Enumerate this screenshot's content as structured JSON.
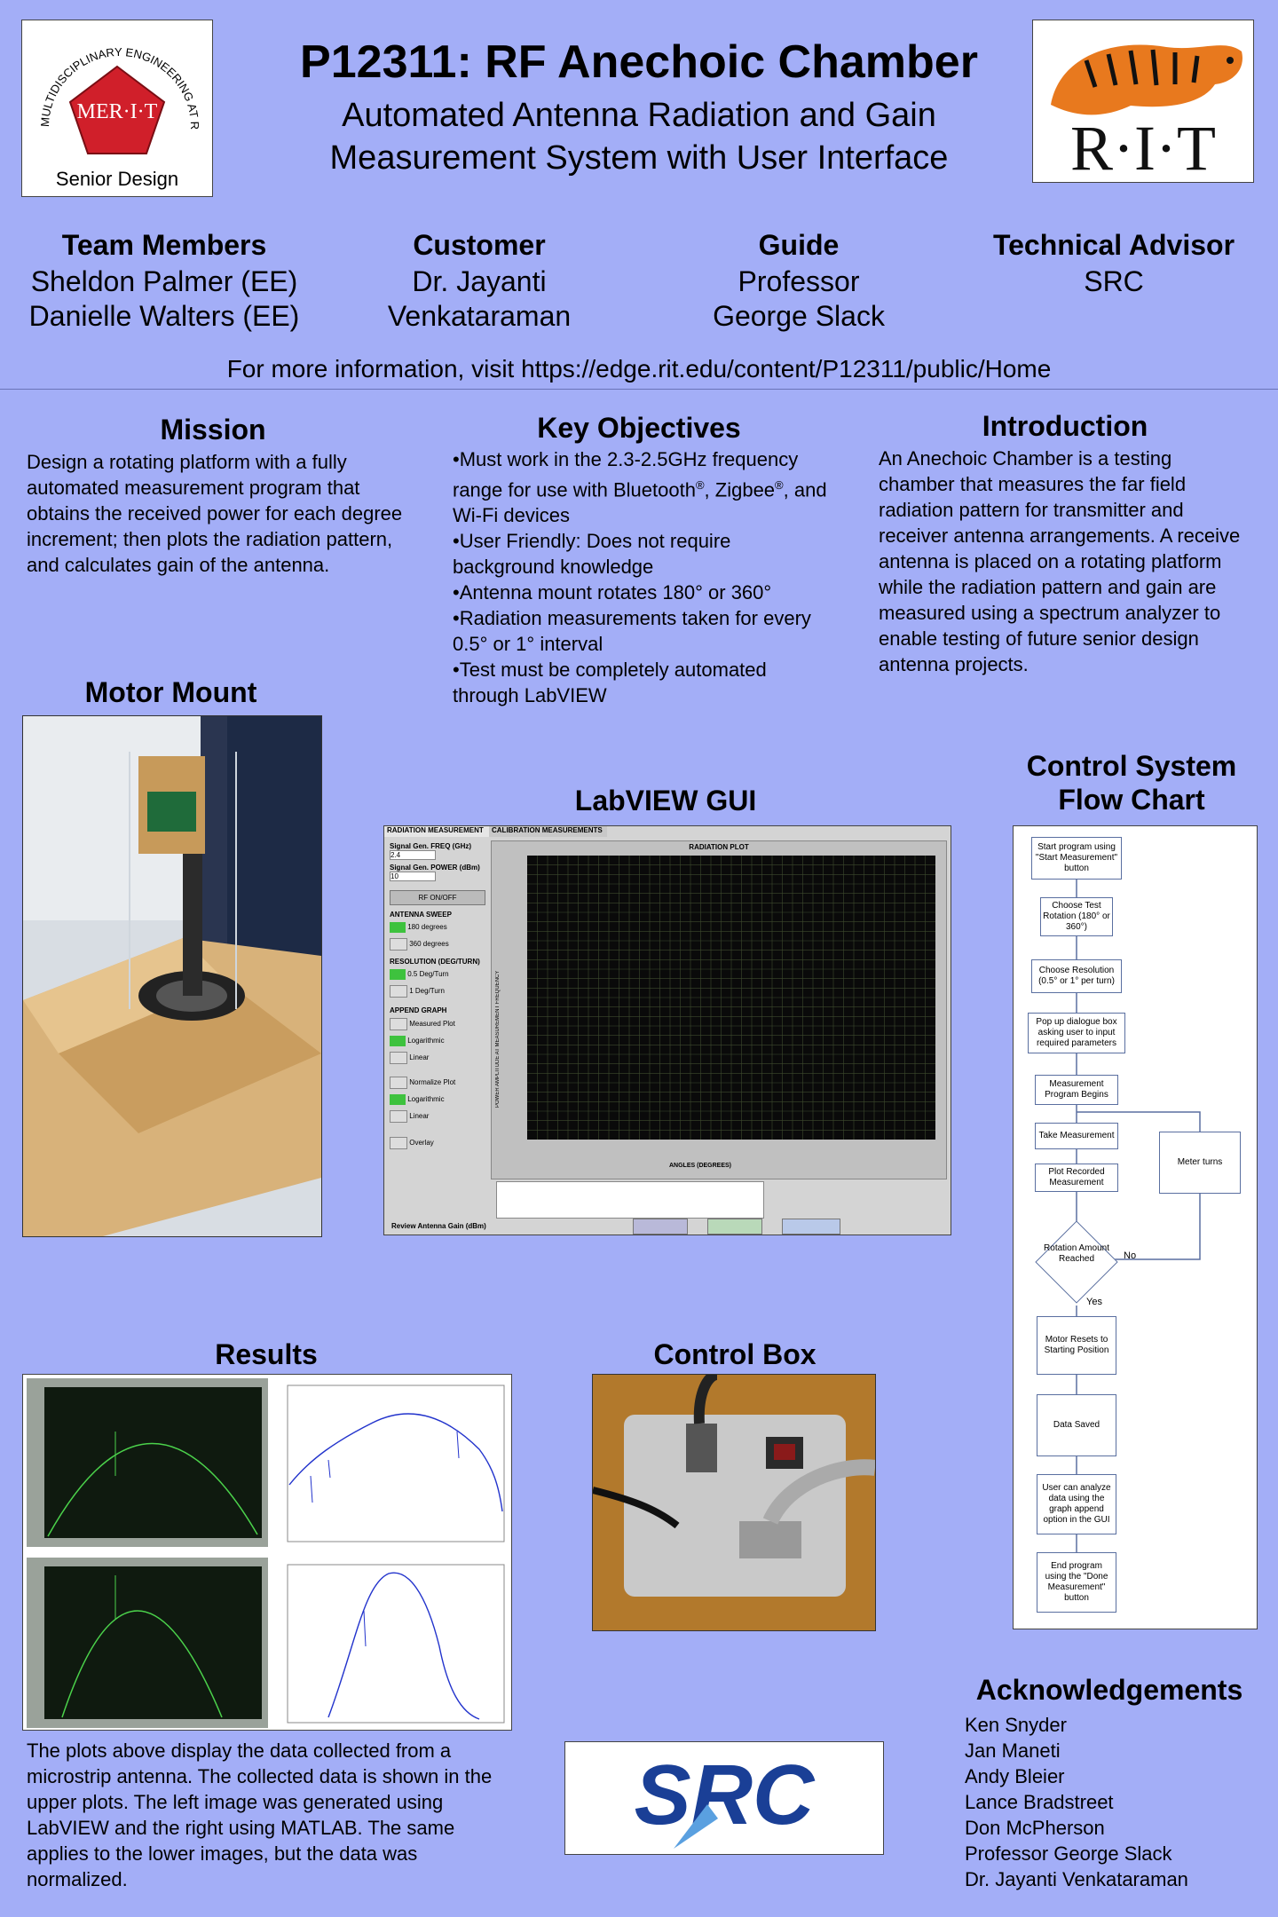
{
  "header": {
    "title": "P12311: RF Anechoic Chamber",
    "subtitle_line1": "Automated Antenna Radiation and Gain",
    "subtitle_line2": "Measurement System with User Interface"
  },
  "logo_left": {
    "arc_text": "MULTIDISCIPLINARY ENGINEERING AT RIT",
    "center": "MER·I·T",
    "bottom": "Senior Design"
  },
  "logo_right": {
    "text": "R·I·T"
  },
  "team": {
    "members": {
      "head": "Team Members",
      "l1": "Sheldon Palmer (EE)",
      "l2": "Danielle Walters (EE)"
    },
    "customer": {
      "head": "Customer",
      "l1": "Dr. Jayanti",
      "l2": "Venkataraman"
    },
    "guide": {
      "head": "Guide",
      "l1": "Professor",
      "l2": "George Slack"
    },
    "advisor": {
      "head": "Technical  Advisor",
      "l1": "SRC"
    }
  },
  "more_info": "For more information, visit https://edge.rit.edu/content/P12311/public/Home",
  "mission": {
    "head": "Mission",
    "text": "Design a rotating platform with a fully automated measurement program that obtains the received power for each degree increment; then plots the radiation pattern, and calculates gain of the antenna."
  },
  "objectives": {
    "head": "Key Objectives",
    "o1a": "•Must work in the 2.3-2.5GHz frequency range for use with Bluetooth",
    "o1b": ", Zigbee",
    "o1c": ", and Wi-Fi devices",
    "reg": "®",
    "o2": "•User Friendly: Does not require background knowledge",
    "o3": "•Antenna mount rotates 180° or 360°",
    "o4": "•Radiation measurements taken for every 0.5° or 1° interval",
    "o5": "•Test must be completely automated through LabVIEW"
  },
  "introduction": {
    "head": "Introduction",
    "text": "An Anechoic Chamber is a testing chamber that measures the far field radiation pattern for transmitter and receiver antenna arrangements.  A receive antenna is placed on a rotating platform while the radiation pattern and gain are measured using a spectrum analyzer to enable testing of future senior design antenna projects."
  },
  "motor_mount": {
    "head": "Motor Mount"
  },
  "labview": {
    "head": "LabVIEW GUI",
    "tab1": "RADIATION MEASUREMENT",
    "tab2": "CALIBRATION MEASUREMENTS",
    "plot_title": "RADIATION PLOT",
    "freq_label": "Signal Gen. FREQ (GHz)",
    "freq_val": "2.4",
    "power_label": "Signal Gen. POWER (dBm)",
    "power_val": "10",
    "rf": "RF ON/OFF",
    "sweep": "ANTENNA SWEEP",
    "s180": "180 degrees",
    "s360": "360 degrees",
    "res": "RESOLUTION (DEG/TURN)",
    "r05": "0.5 Deg/Turn",
    "r1": "1 Deg/Turn",
    "append": "APPEND GRAPH",
    "measured": "Measured Plot",
    "log": "Logarithmic",
    "linear": "Linear",
    "normalize": "Normalize Plot",
    "log2": "Logarithmic",
    "linear2": "Linear",
    "overlay": "Overlay",
    "xaxis": "ANGLES (DEGREES)",
    "gain": "Review Antenna Gain (dBm)",
    "ylabel": "POWER AMPLITUDE AT MEASUREMENT FREQUENCY"
  },
  "flowchart": {
    "head1": "Control System",
    "head2": "Flow Chart",
    "b1": "Start program using \"Start Measurement\" button",
    "b2": "Choose Test Rotation (180° or 360°)",
    "b3": "Choose Resolution (0.5° or 1° per turn)",
    "b4": "Pop up dialogue box asking user to input required parameters",
    "b5": "Measurement Program Begins",
    "b6": "Take Measurement",
    "b7": "Plot Recorded Measurement",
    "b8": "Rotation Amount Reached",
    "b9": "Motor Resets to Starting Position",
    "b10": "Data Saved",
    "b11": "User can analyze data using the graph append option in the GUI",
    "b12": "End program using the \"Done Measurement\" button",
    "side": "Meter turns",
    "no": "No",
    "yes": "Yes"
  },
  "results": {
    "head": "Results",
    "text": "The plots above display the data collected from a microstrip antenna.  The collected data is shown in the upper plots.  The left image was generated using LabVIEW and the right using MATLAB. The same applies to the lower images, but the data was normalized."
  },
  "control_box": {
    "head": "Control Box"
  },
  "src_logo": {
    "text": "SRC"
  },
  "acknowledgements": {
    "head": "Acknowledgements",
    "names": [
      "Ken Snyder",
      "Jan Maneti",
      "Andy Bleier",
      "Lance Bradstreet",
      "Don McPherson",
      "Professor George Slack",
      "Dr. Jayanti Venkataraman"
    ]
  },
  "colors": {
    "background": "#a3aef7",
    "rit_orange": "#e8791e",
    "merit_red": "#d01f2a",
    "src_blue": "#1a3f96"
  }
}
